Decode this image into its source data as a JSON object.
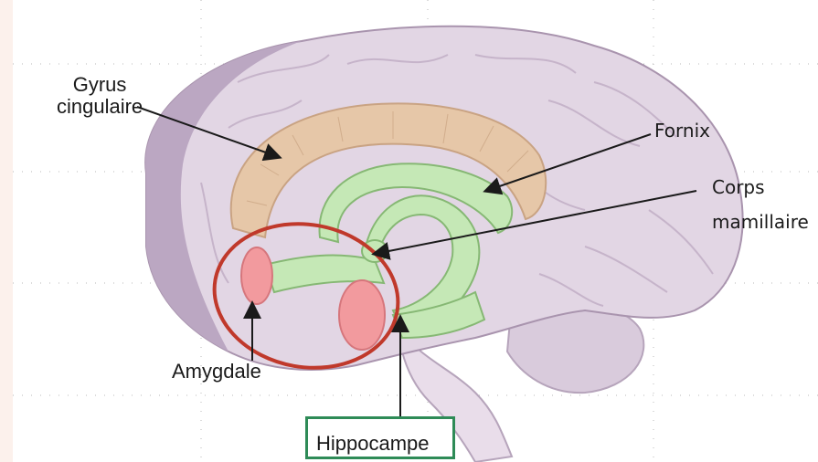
{
  "labels": {
    "gyrus_line1": "Gyrus",
    "gyrus_line2": "cingulaire",
    "fornix": "Fornix",
    "corps_line1": "Corps",
    "corps_line2": "mamillaire",
    "amygdale": "Amygdale",
    "hippocampe": "Hippocampe"
  },
  "colors": {
    "background": "#fcf1ec",
    "brain": "#e2d6e4",
    "brain_dark": "#b7a2bd",
    "cingulate": "#e6c7a8",
    "limbic_green": "#c5e8b6",
    "amygdala_pink": "#f29a9e",
    "highlight_red": "#c0392b",
    "highlight_green": "#2e8b57"
  }
}
